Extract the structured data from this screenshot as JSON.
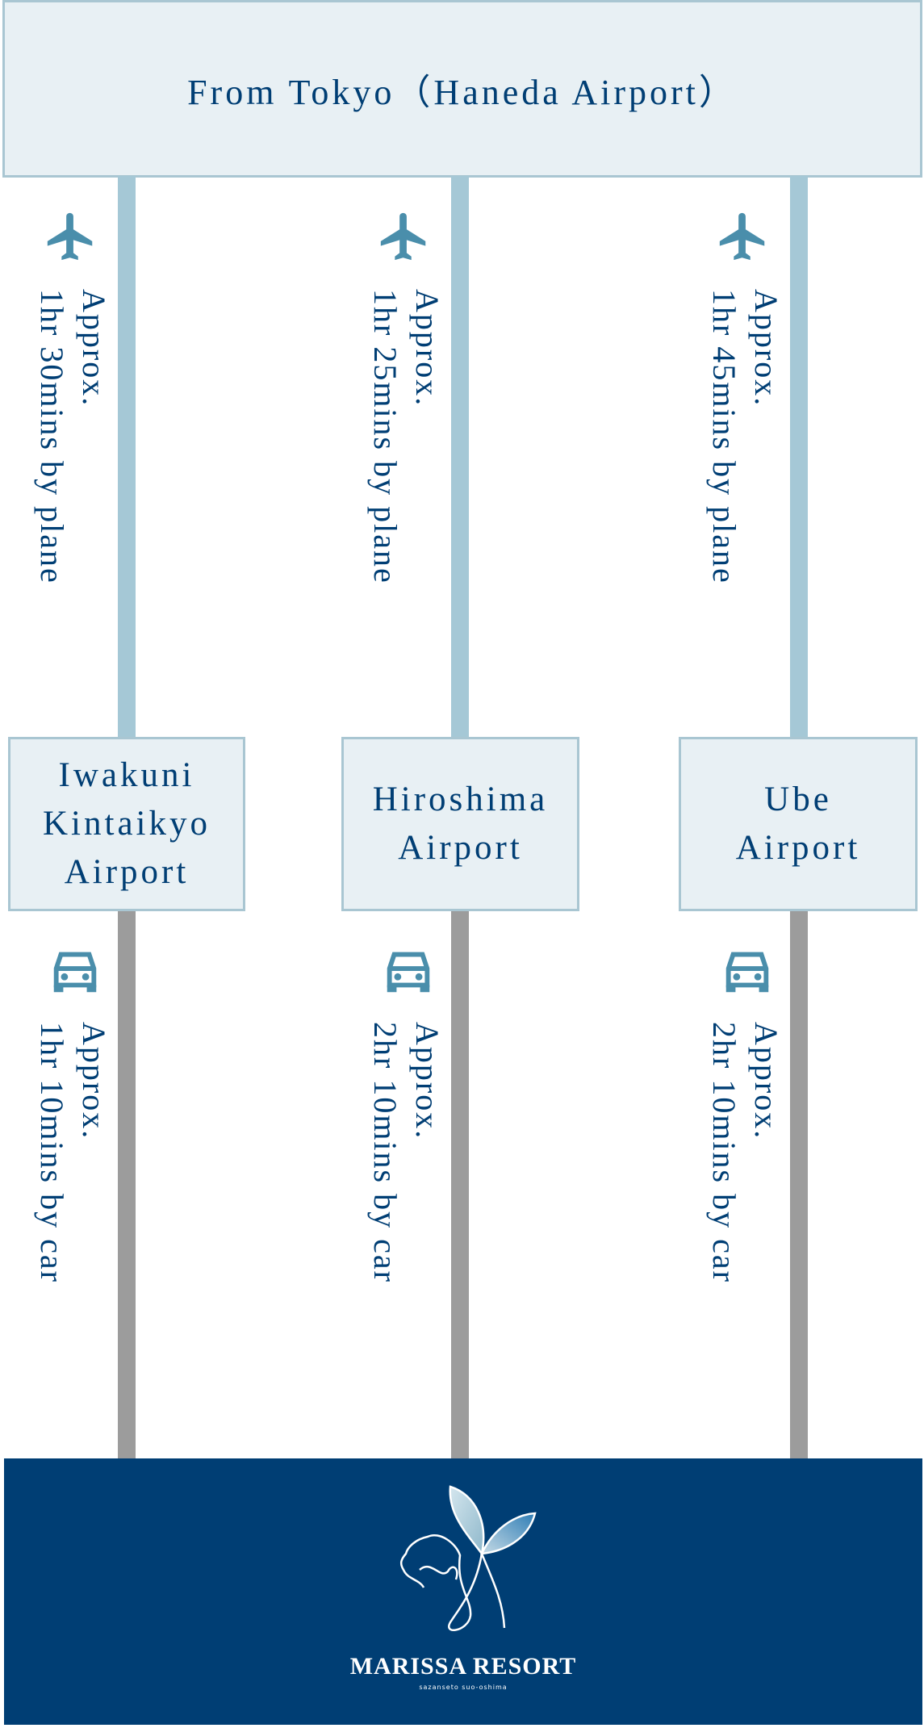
{
  "header": {
    "title": "From Tokyo（Haneda Airport）"
  },
  "colors": {
    "navy": "#003e74",
    "plane_line": "#a5c8d6",
    "car_line": "#9c9c9c",
    "box_bg": "#e8f0f4",
    "icon": "#4a8eab"
  },
  "routes": [
    {
      "plane": {
        "icon": "airplane-icon",
        "line1": "Approx.",
        "line2": "1hr 30mins by plane"
      },
      "airport": [
        "Iwakuni",
        "Kintaikyo",
        "Airport"
      ],
      "car": {
        "icon": "car-icon",
        "line1": "Approx.",
        "line2": "1hr 10mins by car"
      }
    },
    {
      "plane": {
        "icon": "airplane-icon",
        "line1": "Approx.",
        "line2": "1hr 25mins by plane"
      },
      "airport": [
        "Hiroshima",
        "Airport"
      ],
      "car": {
        "icon": "car-icon",
        "line1": "Approx.",
        "line2": "2hr 10mins by car"
      }
    },
    {
      "plane": {
        "icon": "airplane-icon",
        "line1": "Approx.",
        "line2": "1hr 45mins by plane"
      },
      "airport": [
        "Ube",
        "Airport"
      ],
      "car": {
        "icon": "car-icon",
        "line1": "Approx.",
        "line2": "2hr 10mins by car"
      }
    }
  ],
  "footer": {
    "logo_name": "MARISSA RESORT",
    "logo_sub": "sazanseto suo-oshima"
  }
}
